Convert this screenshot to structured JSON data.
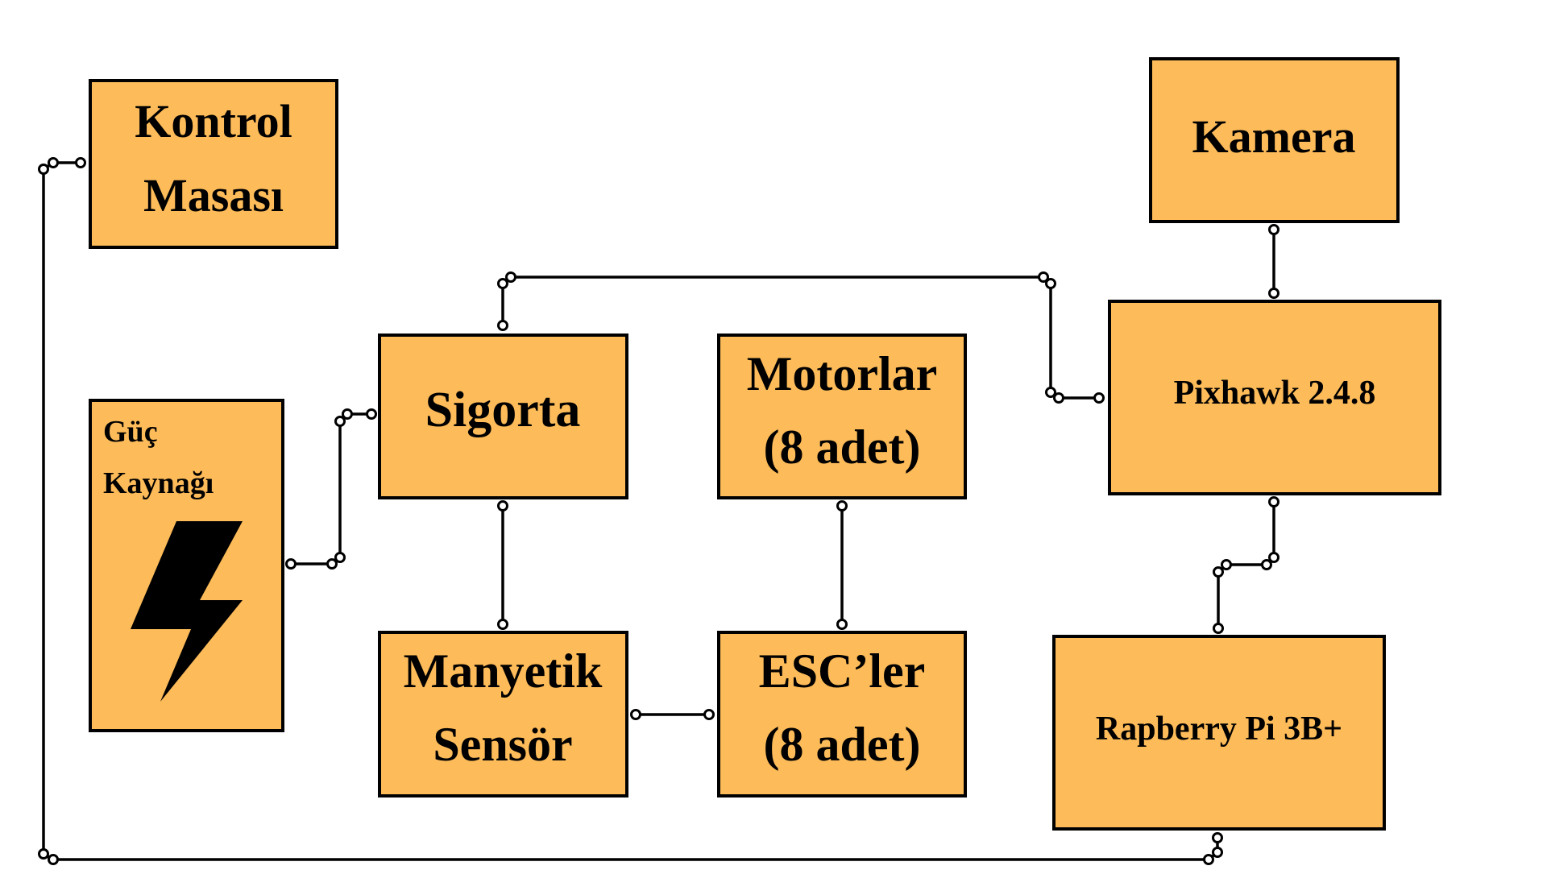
{
  "colors": {
    "block_fill": "#fdbb59",
    "stroke": "#000000",
    "background": "#ffffff"
  },
  "blocks": {
    "kontrol": {
      "line1": "Kontrol",
      "line2": "Masası"
    },
    "kamera": {
      "label": "Kamera"
    },
    "sigorta": {
      "label": "Sigorta"
    },
    "motorlar": {
      "line1": "Motorlar",
      "line2": "(8 adet)"
    },
    "pixhawk": {
      "label": "Pixhawk 2.4.8"
    },
    "guc": {
      "line1": "Güç",
      "line2": "Kaynağı",
      "icon": "lightning-bolt-icon"
    },
    "manyetik": {
      "line1": "Manyetik",
      "line2": "Sensör"
    },
    "esc": {
      "line1": "ESC’ler",
      "line2": "(8 adet)"
    },
    "raspberry": {
      "label": "Rapberry Pi 3B+"
    }
  }
}
